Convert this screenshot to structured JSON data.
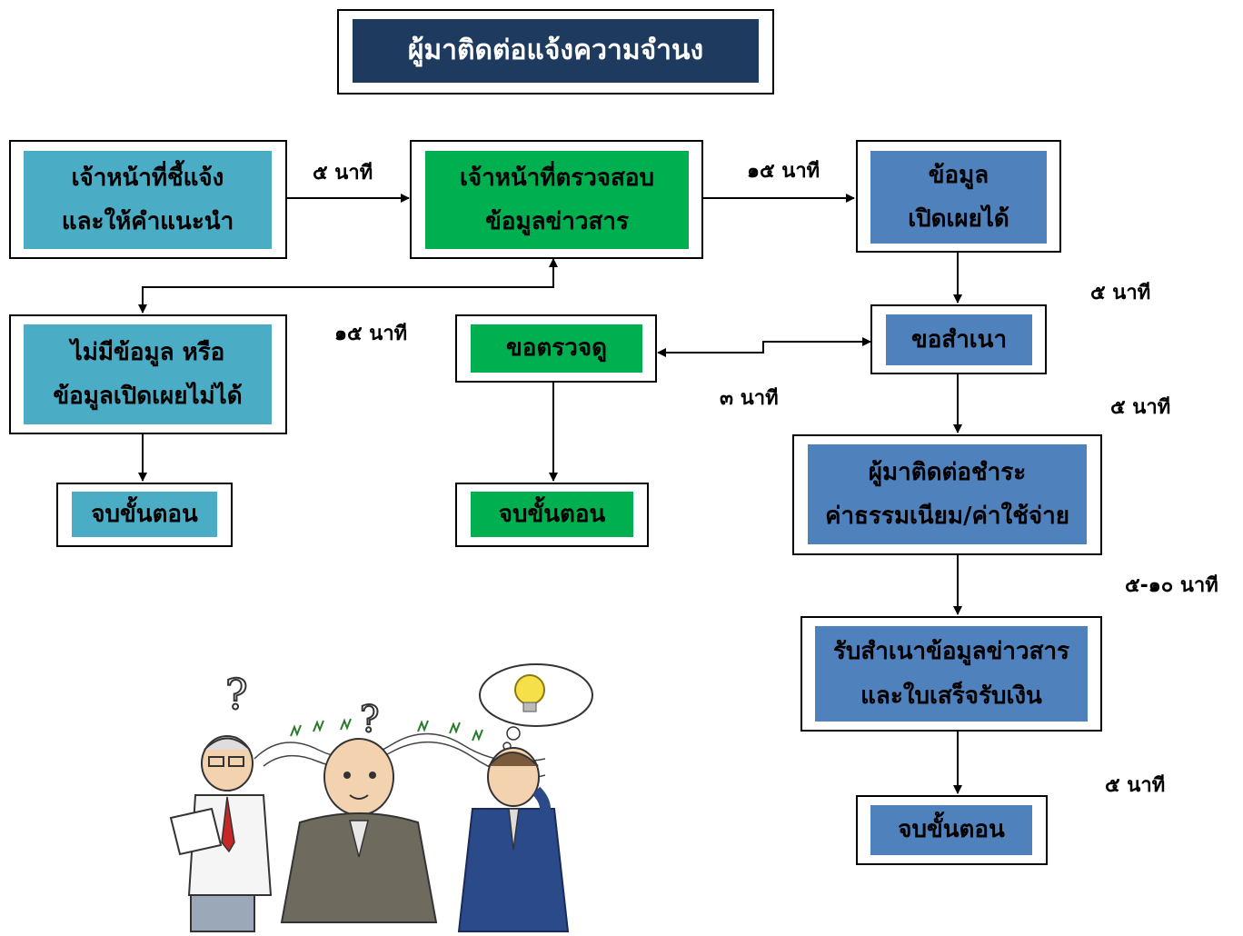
{
  "title": "ผู้มาติดต่อแจ้งความจำนง",
  "colors": {
    "title_bg": "#1f3a5f",
    "teal": "#4bacc6",
    "green": "#00b050",
    "blue": "#4f81bd"
  },
  "boxes": {
    "inform": {
      "line1": "เจ้าหน้าที่ชี้แจ้ง",
      "line2": "และให้คำแนะนำ"
    },
    "check": {
      "line1": "เจ้าหน้าที่ตรวจสอบ",
      "line2": "ข้อมูลข่าวสาร"
    },
    "disclosable": {
      "line1": "ข้อมูล",
      "line2": "เปิดเผยได้"
    },
    "no_data": {
      "line1": "ไม่มีข้อมูล หรือ",
      "line2": "ข้อมูลเปิดเผยไม่ได้"
    },
    "inspect": {
      "line1": "ขอตรวจดู"
    },
    "copy": {
      "line1": "ขอสำเนา"
    },
    "pay": {
      "line1": "ผู้มาติดต่อชำระ",
      "line2": "ค่าธรรมเนียม/ค่าใช้จ่าย"
    },
    "receive": {
      "line1": "รับสำเนาข้อมูลข่าวสาร",
      "line2": "และใบเสร็จรับเงิน"
    },
    "end_left": {
      "line1": "จบขั้นตอน"
    },
    "end_middle": {
      "line1": "จบขั้นตอน"
    },
    "end_right": {
      "line1": "จบขั้นตอน"
    }
  },
  "time_labels": {
    "t1": "๕ นาที",
    "t2": "๑๕ นาที",
    "t3": "๕ นาที",
    "t4": "๑๕ นาที",
    "t5": "๓ นาที",
    "t6": "๕ นาที",
    "t7": "๕-๑๐ นาที",
    "t8": "๕ นาที"
  }
}
